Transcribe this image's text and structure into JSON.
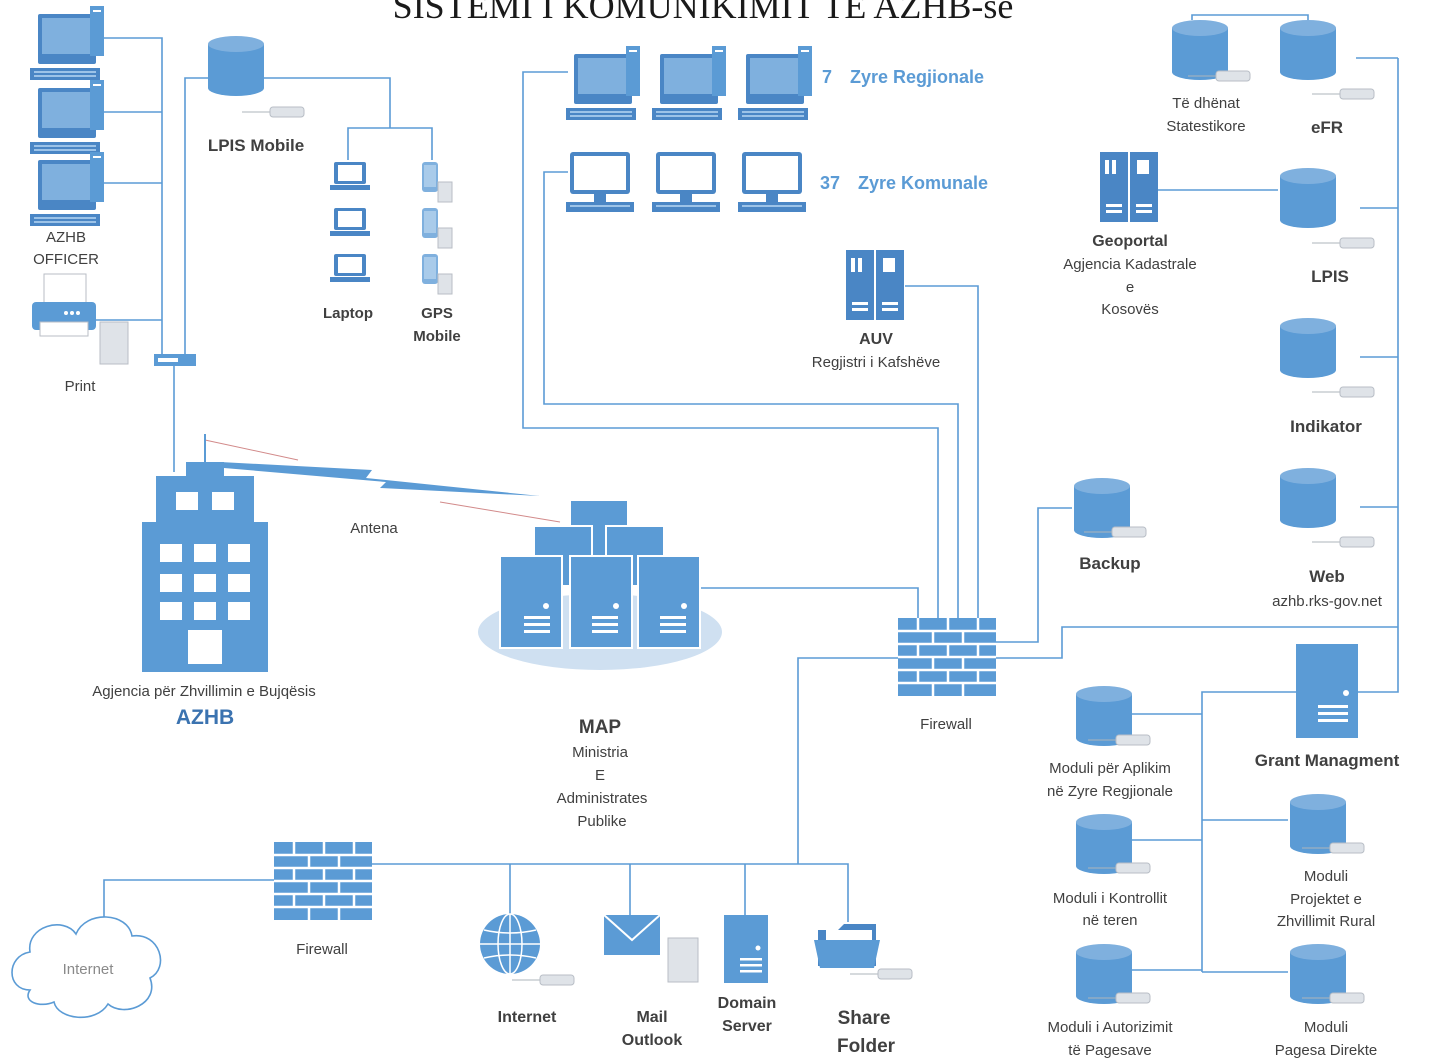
{
  "title": "SISTEMI I KOMUNIKIMIT TE AZHB-së",
  "colors": {
    "accent": "#5b9bd5",
    "dark_accent": "#3b73b0",
    "text": "#404040"
  },
  "labels": {
    "azhb_officer_1": "AZHB",
    "azhb_officer_2": "OFFICER",
    "print": "Print",
    "lpis_mobile": "LPIS Mobile",
    "laptop": "Laptop",
    "gps_1": "GPS",
    "gps_2": "Mobile",
    "regional_count": "7",
    "regional_label": "Zyre Regjionale",
    "municipal_count": "37",
    "municipal_label": "Zyre Komunale",
    "auv_title": "AUV",
    "auv_sub": "Regjistri i Kafshëve",
    "stats_1": "Të dhënat",
    "stats_2": "Statestikore",
    "efr": "eFR",
    "geoportal": "Geoportal",
    "geoportal_2": "Agjencia Kadastrale",
    "geoportal_3": "e",
    "geoportal_4": "Kosovës",
    "lpis": "LPIS",
    "indikator": "Indikator",
    "web": "Web",
    "web_url": "azhb.rks-gov.net",
    "backup": "Backup",
    "antena": "Antena",
    "azhb_full": "Agjencia për Zhvillimin e Bujqësis",
    "azhb_short": "AZHB",
    "map_title": "MAP",
    "map_1": "Ministria",
    "map_2": "E",
    "map_3": "Administrates",
    "map_4": "Publike",
    "firewall_main": "Firewall",
    "firewall_internet": "Firewall",
    "grant": "Grant Managment",
    "mod_aplikim_1": "Moduli për Aplikim",
    "mod_aplikim_2": "në Zyre Regjionale",
    "mod_kontroll_1": "Moduli i Kontrollit",
    "mod_kontroll_2": "në teren",
    "mod_autoriz_1": "Moduli i Autorizimit",
    "mod_autoriz_2": "të Pagesave",
    "mod_projekt_1": "Moduli",
    "mod_projekt_2": "Projektet e",
    "mod_projekt_3": "Zhvillimit Rural",
    "mod_pagesa_1": "Moduli",
    "mod_pagesa_2": "Pagesa Direkte",
    "internet_cloud": "Internet",
    "internet": "Internet",
    "mail_1": "Mail",
    "mail_2": "Outlook",
    "domain_1": "Domain",
    "domain_2": "Server",
    "share_1": "Share",
    "share_2": "Folder"
  }
}
